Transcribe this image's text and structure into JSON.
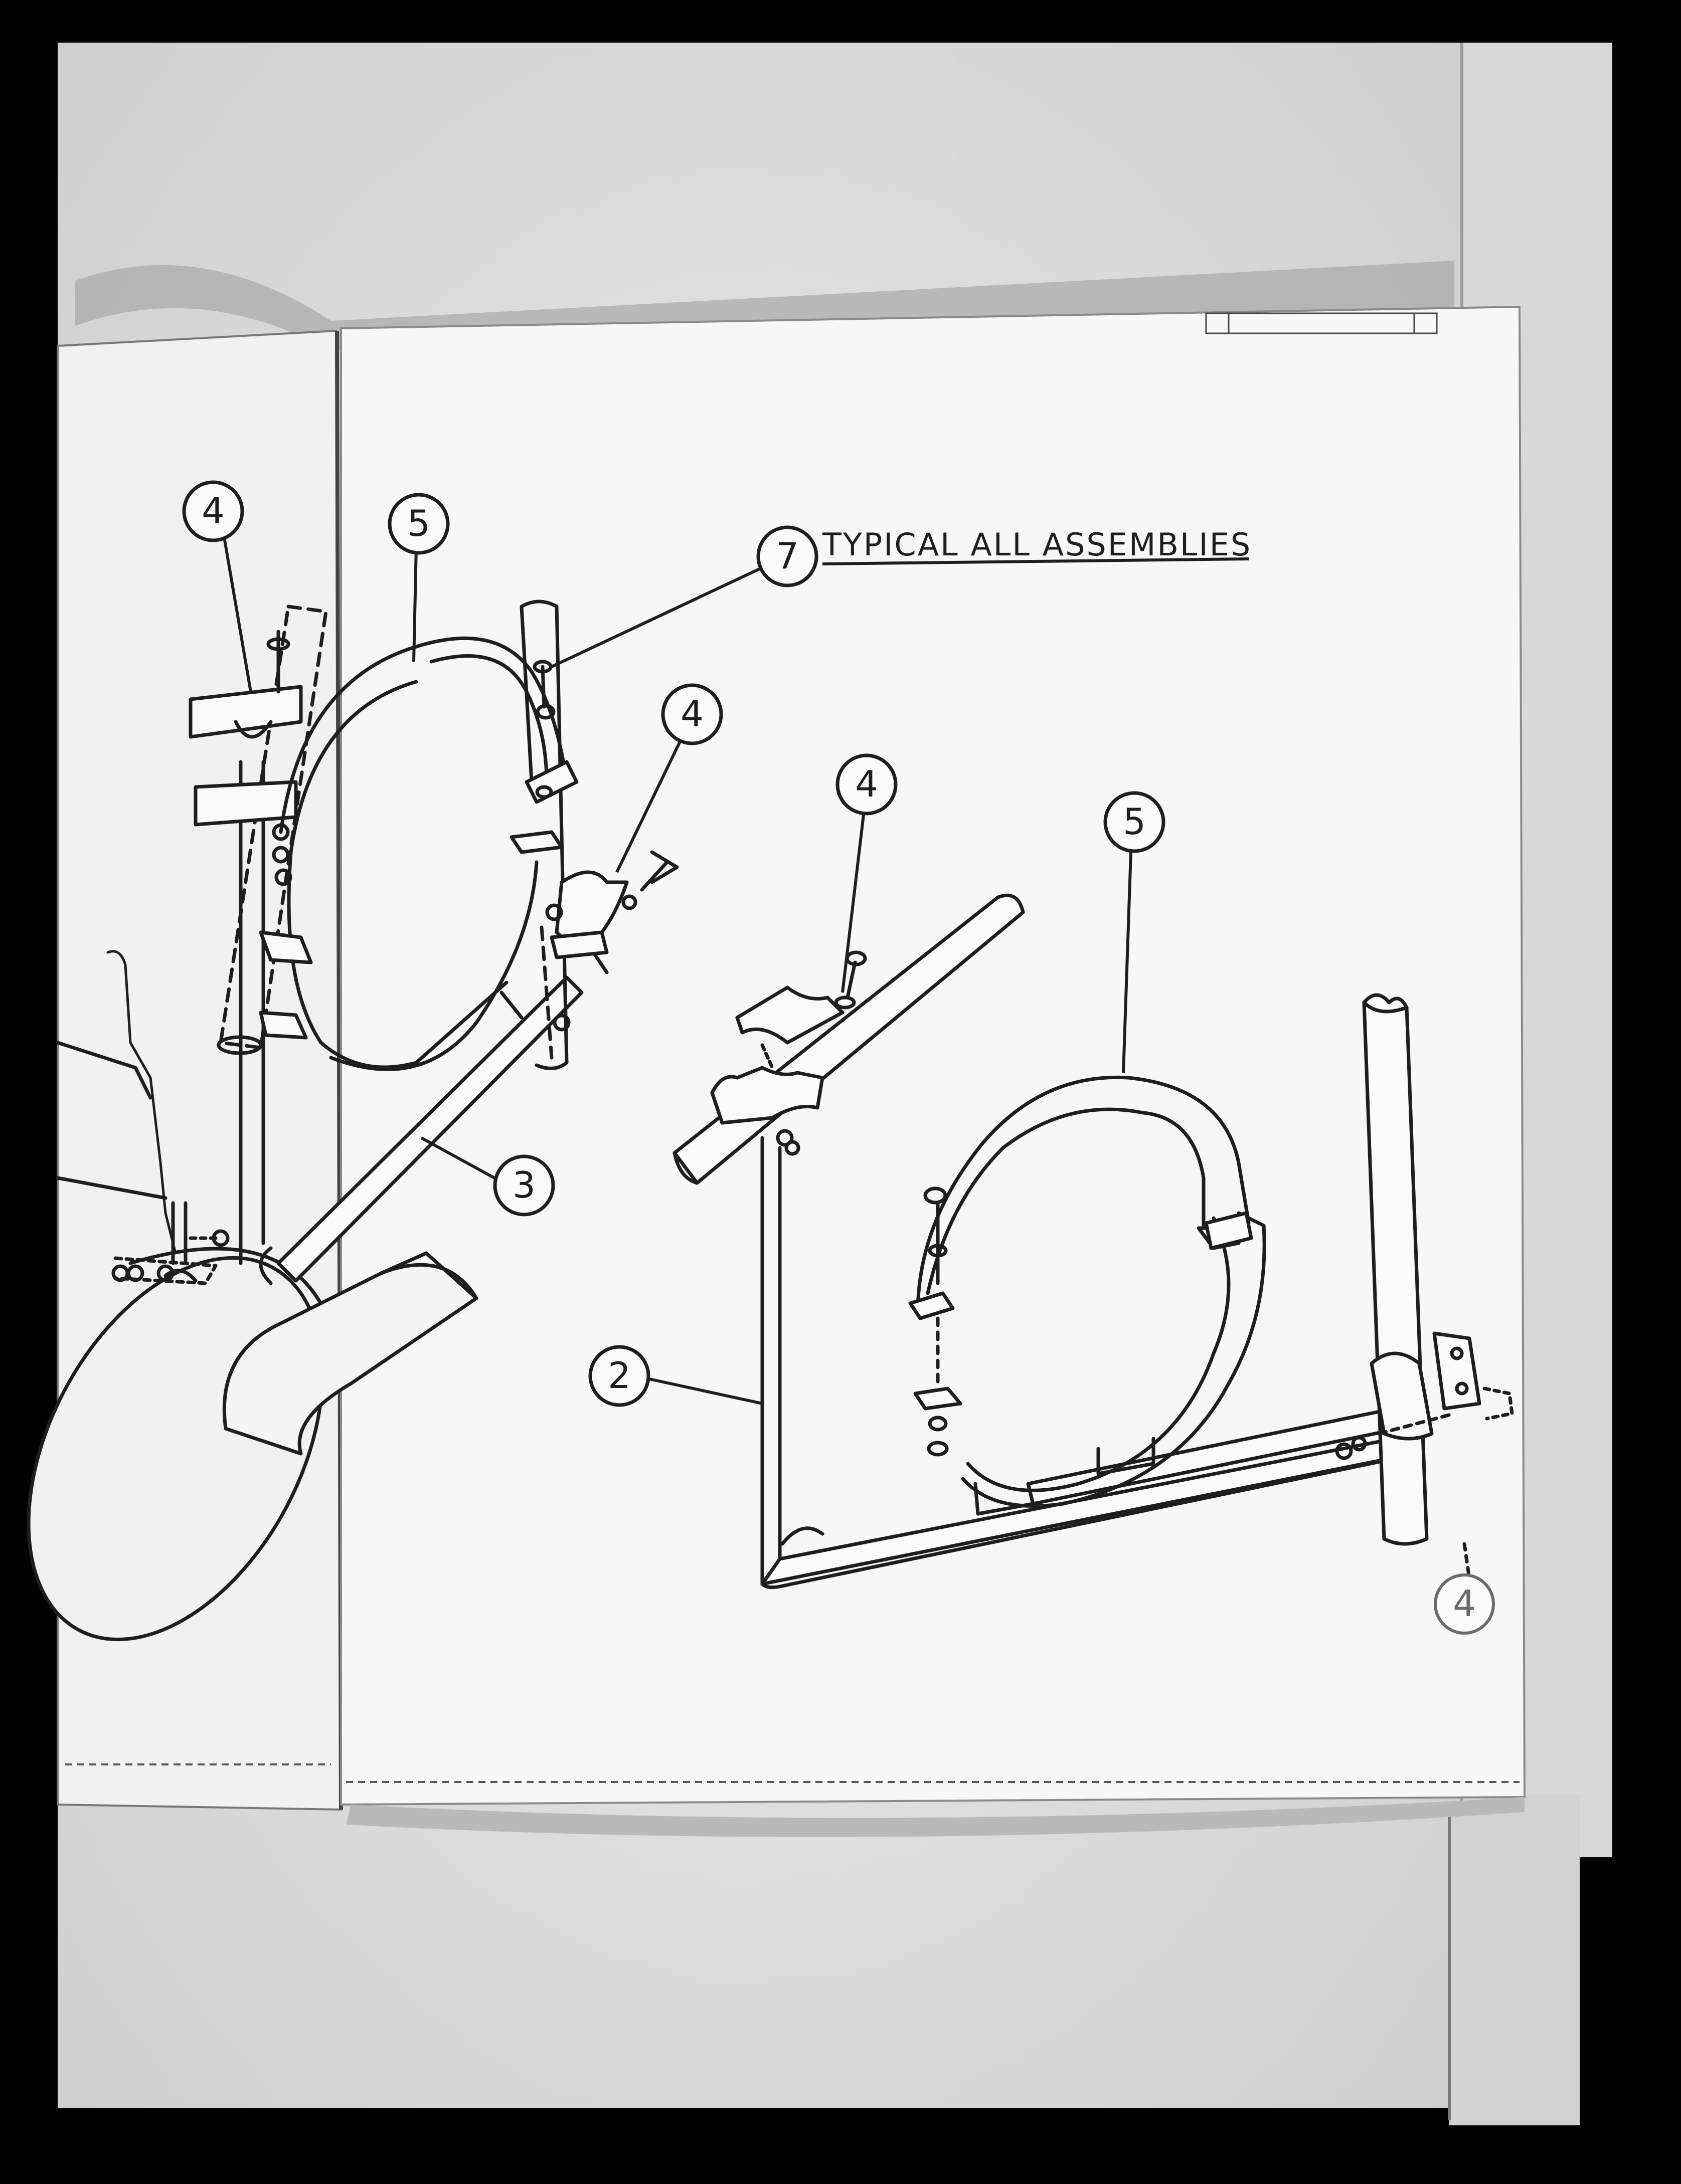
{
  "annotation": {
    "note": "TYPICAL ALL ASSEMBLIES"
  },
  "callouts": {
    "c1": "4",
    "c2": "5",
    "c3": "7",
    "c4": "4",
    "c5": "4",
    "c6": "5",
    "c7": "3",
    "c8": "2",
    "c9": "4"
  },
  "colors": {
    "background": "#000000",
    "board": "#e6e6e6",
    "sheet": "#f6f6f6",
    "ink": "#1e1e1e"
  }
}
